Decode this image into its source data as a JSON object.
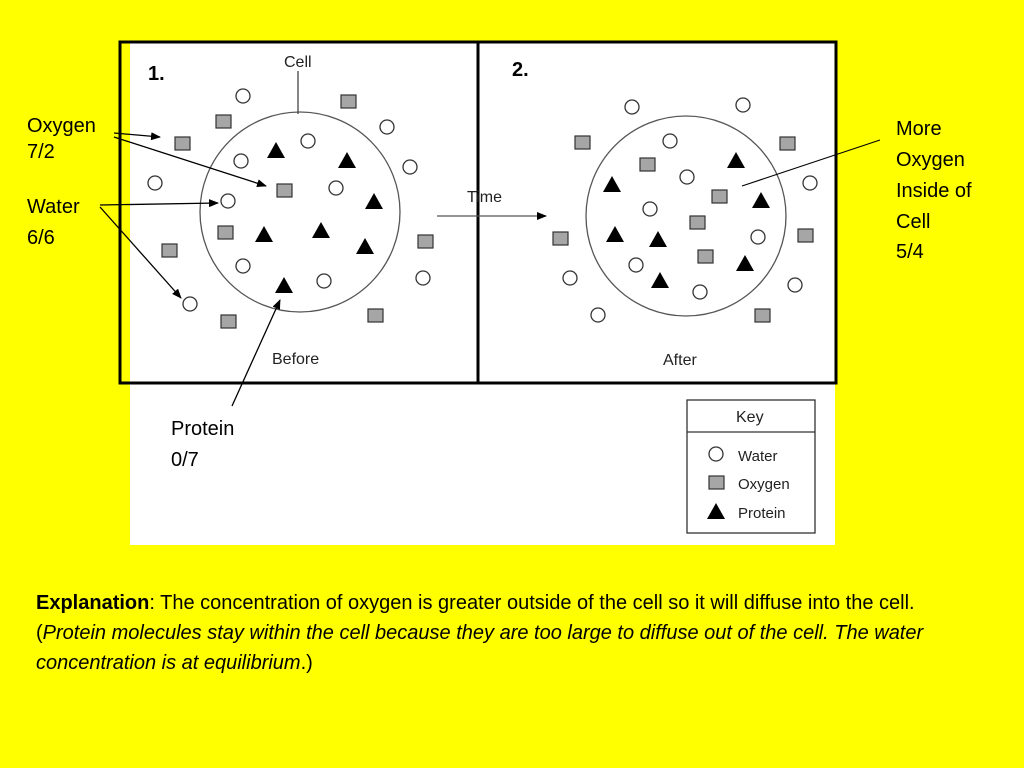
{
  "colors": {
    "background": "#ffff00",
    "panel": "#ffffff",
    "oxygen_fill": "#a6a6a6",
    "stroke": "#000000"
  },
  "panels": {
    "before_number": "1.",
    "after_number": "2.",
    "cell_label": "Cell",
    "before_label": "Before",
    "after_label": "After",
    "time_label": "Time"
  },
  "labels": {
    "oxygen": "Oxygen",
    "oxygen_ratio": "7/2",
    "water": "Water",
    "water_ratio": "6/6",
    "protein": "Protein",
    "protein_ratio": "0/7",
    "more_oxygen_line1": "More",
    "more_oxygen_line2": "Oxygen",
    "more_oxygen_line3": "Inside of",
    "more_oxygen_line4": "Cell",
    "more_oxygen_ratio": "5/4"
  },
  "key": {
    "title": "Key",
    "water": "Water",
    "oxygen": "Oxygen",
    "protein": "Protein"
  },
  "explanation": {
    "heading": "Explanation",
    "text1": ": The concentration of oxygen is greater outside of the cell so it will diffuse into the cell. (",
    "italic": "Protein molecules stay within the cell because they are too large to diffuse out of the cell. The water concentration is at equilibrium",
    "text2": ".)"
  }
}
